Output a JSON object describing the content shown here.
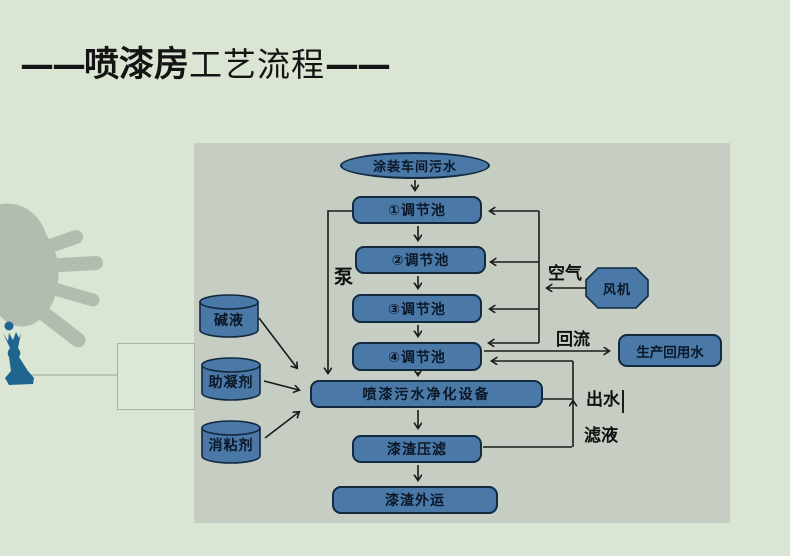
{
  "slide_title": {
    "dash_left": "——",
    "bold_part": "喷漆房",
    "light_part": "工艺流程",
    "dash_right": "——"
  },
  "flowchart": {
    "source_ellipse": "涂装车间污水",
    "tanks": [
      "①调节池",
      "②调节池",
      "③调节池",
      "④调节池"
    ],
    "purifier_box": "喷漆污水净化设备",
    "press_box": "漆渣压滤",
    "haul_box": "漆渣外运",
    "reuse_box": "生产回用水",
    "fan_shape": "风机",
    "dosing_tanks": [
      "碱液",
      "助凝剂",
      "消粘剂"
    ],
    "line_labels": {
      "pump": "泵",
      "air": "空气",
      "reflux": "回流",
      "outlet_water": "出水",
      "filtrate": "滤液"
    }
  },
  "colors": {
    "page_bg": "#dbe5d3",
    "panel_bg": "#c6cec3",
    "node_fill": "#4a79a8",
    "node_border": "#13293f",
    "connector_line": "#1b1b1b",
    "hand_silhouette": "#b3bdaf",
    "chess_piece": "#1f6590",
    "callout_border": "#a8b4a4"
  }
}
